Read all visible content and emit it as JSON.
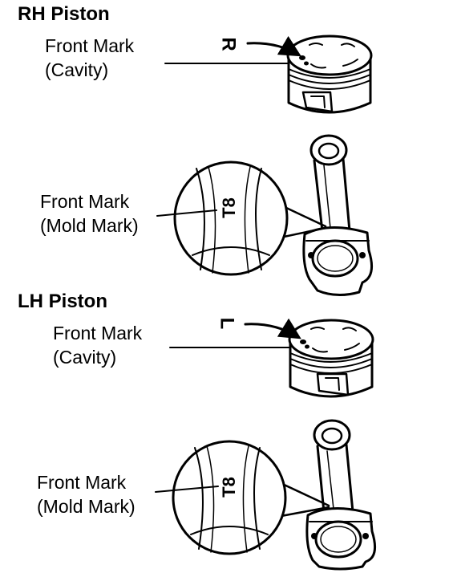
{
  "sections": [
    {
      "title": "RH Piston",
      "piston_mark": "R",
      "piston_label": {
        "line1": "Front Mark",
        "line2": "(Cavity)"
      },
      "rod_label": {
        "line1": "Front Mark",
        "line2": "(Mold Mark)"
      },
      "rod_mold_text": "T8"
    },
    {
      "title": "LH Piston",
      "piston_mark": "L",
      "piston_label": {
        "line1": "Front Mark",
        "line2": "(Cavity)"
      },
      "rod_label": {
        "line1": "Front Mark",
        "line2": "(Mold Mark)"
      },
      "rod_mold_text": "T8"
    }
  ],
  "colors": {
    "line": "#000000",
    "background": "#ffffff"
  }
}
